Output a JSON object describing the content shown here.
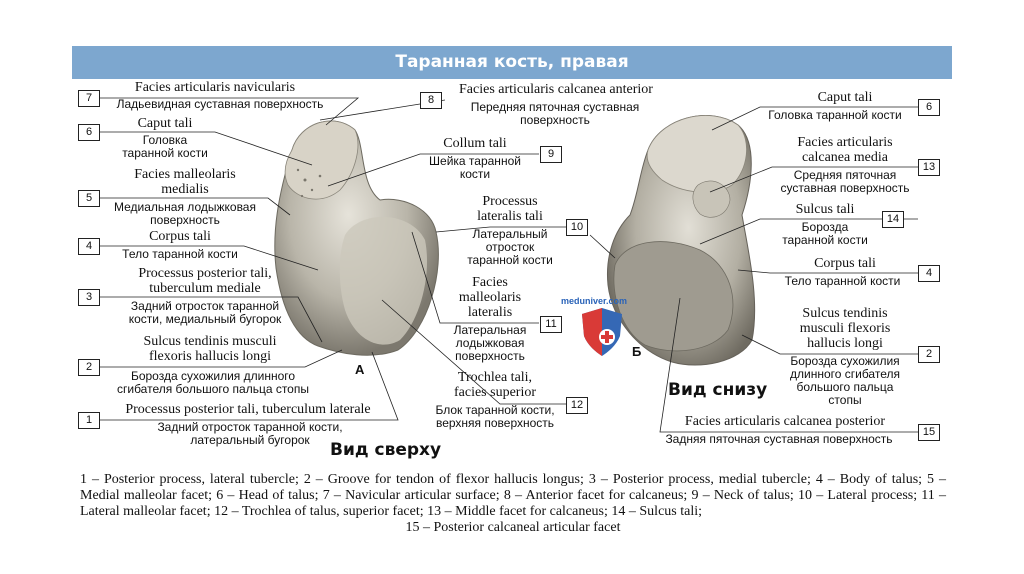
{
  "title": "Таранная кость, правая",
  "view_top": "Вид сверху",
  "view_bottom": "Вид снизу",
  "letter_a": "А",
  "letter_b": "Б",
  "logo_text": "meduniver.com",
  "labels": {
    "l7": {
      "num": "7",
      "lat": "Facies articularis navicularis",
      "ru": "Ладьевидная суставная поверхность"
    },
    "l6": {
      "num": "6",
      "lat": "Caput tali",
      "ru1": "Головка",
      "ru2": "таранной кости"
    },
    "l5": {
      "num": "5",
      "lat1": "Facies malleolaris",
      "lat2": "medialis",
      "ru1": "Медиальная лодыжковая",
      "ru2": "поверхность"
    },
    "l4": {
      "num": "4",
      "lat": "Corpus tali",
      "ru": "Тело таранной кости"
    },
    "l3": {
      "num": "3",
      "lat1": "Processus posterior tali,",
      "lat2": "tuberculum mediale",
      "ru1": "Задний отросток таранной",
      "ru2": "кости, медиальный бугорок"
    },
    "l2": {
      "num": "2",
      "lat1": "Sulcus tendinis musculi",
      "lat2": "flexoris hallucis longi",
      "ru1": "Борозда сухожилия длинного",
      "ru2": "сгибателя большого пальца стопы"
    },
    "l1": {
      "num": "1",
      "lat": "Processus posterior tali, tuberculum laterale",
      "ru1": "Задний отросток таранной кости,",
      "ru2": "латеральный бугорок"
    },
    "l8": {
      "num": "8",
      "lat": "Facies articularis calcanea anterior",
      "ru1": "Передняя пяточная суставная",
      "ru2": "поверхность"
    },
    "l9": {
      "num": "9",
      "lat": "Collum tali",
      "ru1": "Шейка таранной",
      "ru2": "кости"
    },
    "l10": {
      "num": "10",
      "lat1": "Processus",
      "lat2": "lateralis tali",
      "ru1": "Латеральный",
      "ru2": "отросток",
      "ru3": "таранной кости"
    },
    "l11": {
      "num": "11",
      "lat1": "Facies",
      "lat2": "malleolaris",
      "lat3": "lateralis",
      "ru1": "Латеральная",
      "ru2": "лодыжковая",
      "ru3": "поверхность"
    },
    "l12": {
      "num": "12",
      "lat1": "Trochlea tali,",
      "lat2": "facies superior",
      "ru1": "Блок таранной кости,",
      "ru2": "верхняя поверхность"
    },
    "r6": {
      "num": "6",
      "lat": "Caput tali",
      "ru": "Головка таранной кости"
    },
    "r13": {
      "num": "13",
      "lat1": "Facies articularis",
      "lat2": "calcanea media",
      "ru1": "Средняя пяточная",
      "ru2": "суставная поверхность"
    },
    "r14": {
      "num": "14",
      "lat": "Sulcus tali",
      "ru1": "Борозда",
      "ru2": "таранной кости"
    },
    "r4": {
      "num": "4",
      "lat": "Corpus tali",
      "ru": "Тело таранной кости"
    },
    "r2": {
      "num": "2",
      "lat1": "Sulcus tendinis",
      "lat2": "musculi flexoris",
      "lat3": "hallucis longi",
      "ru1": "Борозда сухожилия",
      "ru2": "длинного сгибателя",
      "ru3": "большого пальца",
      "ru4": "стопы"
    },
    "r15": {
      "num": "15",
      "lat": "Facies articularis calcanea posterior",
      "ru": "Задняя пяточная суставная поверхность"
    }
  },
  "caption": {
    "main": "1 – Posterior process, lateral tubercle; 2 – Groove for tendon of flexor hallucis longus; 3 – Posterior process, medial tubercle; 4 – Body of talus; 5 – Medial malleolar facet; 6 – Head of talus; 7 – Navicular articular surface; 8 – Anterior facet for calcaneus; 9 – Neck of talus; 10 – Lateral process; 11 – Lateral malleolar facet; 12 – Trochlea of talus, superior facet; 13 – Middle facet for calcaneus; 14 – Sulcus tali;",
    "last": "15 – Posterior calcaneal articular facet"
  }
}
